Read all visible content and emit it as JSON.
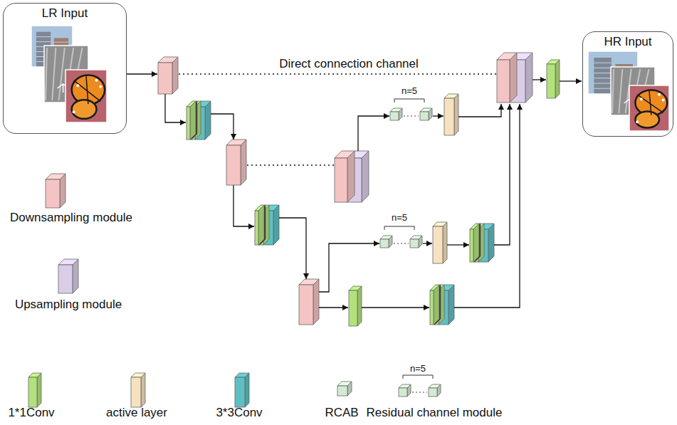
{
  "diagram": {
    "nodes": [
      {
        "text": [
          "LR Input"
        ]
      },
      {
        "text": [
          "HR Input"
        ]
      }
    ],
    "labels": [
      "Direct connection channel",
      "n=5",
      "n=5",
      "n=5"
    ],
    "legend": [
      {
        "text": "Downsampling module",
        "color": "#f4c3c3"
      },
      {
        "text": "Upsampling module",
        "color": "#d9cde8"
      },
      {
        "text": "1*1Conv",
        "color": "#b3e27d"
      },
      {
        "text": "active layer",
        "color": "#f6e2bf"
      },
      {
        "text": "3*3Conv",
        "color": "#5ebfc3"
      },
      {
        "text": "RCAB",
        "color": "#d5ead4"
      },
      {
        "text": "Residual channel module"
      }
    ]
  }
}
